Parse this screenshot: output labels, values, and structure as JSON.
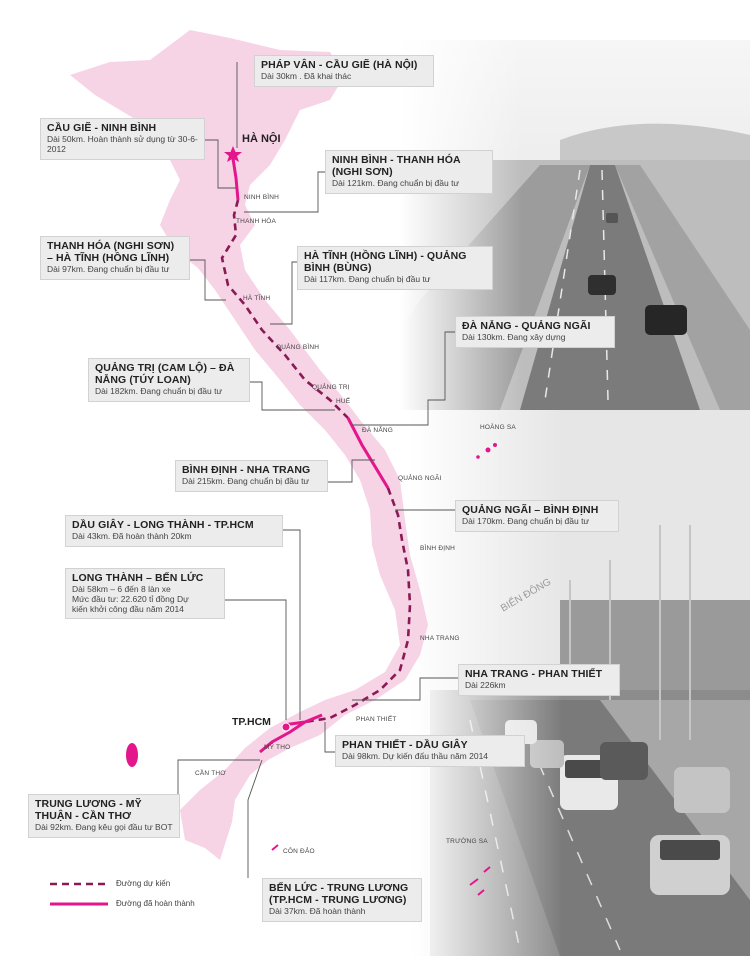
{
  "segments": [
    {
      "title": "PHÁP VÂN - CẦU GIẼ (HÀ NỘI)",
      "desc": "Dài 30km . Đã khai thác"
    },
    {
      "title": "CẦU GIẼ - NINH BÌNH",
      "desc": "Dài 50km. Hoàn thành sử dụng từ 30-6-2012"
    },
    {
      "title": "NINH BÌNH - THANH HÓA (NGHI SƠN)",
      "desc": "Dài 121km. Đang chuẩn bị đầu tư"
    },
    {
      "title": "THANH HÓA (NGHI SƠN) – HÀ TĨNH (HỒNG LĨNH)",
      "desc": "Dài 97km. Đang chuẩn bị đầu tư"
    },
    {
      "title": "HÀ TĨNH (HỒNG LĨNH) - QUẢNG BÌNH (BÙNG)",
      "desc": "Dài 117km. Đang chuẩn bị đầu tư"
    },
    {
      "title": "ĐÀ NẴNG - QUẢNG NGÃI",
      "desc": "Dài 130km. Đang xây dựng"
    },
    {
      "title": "QUẢNG TRỊ (CAM LỘ) – ĐÀ NẴNG (TÚY LOAN)",
      "desc": "Dài 182km. Đang chuẩn bị đầu tư"
    },
    {
      "title": "BÌNH ĐỊNH - NHA TRANG",
      "desc": "Dài 215km. Đang chuẩn bị đầu tư"
    },
    {
      "title": "QUẢNG NGÃI – BÌNH ĐỊNH",
      "desc": "Dài 170km. Đang chuẩn bị đầu tư"
    },
    {
      "title": "DẦU GIÂY - LONG THÀNH - TP.HCM",
      "desc": "Dài 43km. Đã hoàn thành 20km"
    },
    {
      "title": "LONG THÀNH – BẾN LỨC",
      "desc": "Dài 58km – 6 đến 8 làn xe Mức đầu tư: 22.620 tỉ đồng Dự kiến khởi công đầu năm 2014"
    },
    {
      "title": "NHA TRANG - PHAN THIẾT",
      "desc": "Dài 226km"
    },
    {
      "title": "PHAN THIẾT - DẦU GIÂY",
      "desc": "Dài 98km. Dự kiến đấu thầu năm 2014"
    },
    {
      "title": "TRUNG LƯƠNG - MỸ THUẬN - CẦN THƠ",
      "desc": "Dài 92km. Đang kêu gọi đầu tư BOT"
    },
    {
      "title": "BẾN LỨC - TRUNG LƯƠNG (TP.HCM - TRUNG LƯƠNG)",
      "desc": "Dài 37km. Đã hoàn thành"
    }
  ],
  "cities": {
    "hanoi": "HÀ NỘI",
    "hcm": "TP.HCM"
  },
  "places": {
    "ninh_binh": "NINH BÌNH",
    "thanh_hoa": "THANH HÓA",
    "ha_tinh": "HÀ TĨNH",
    "quang_binh": "QUẢNG BÌNH",
    "quang_tri": "QUẢNG TRỊ",
    "hue": "HUẾ",
    "da_nang": "ĐÀ NẴNG",
    "quang_ngai": "QUẢNG NGÃI",
    "binh_dinh": "BÌNH ĐỊNH",
    "nha_trang": "NHA TRANG",
    "phan_thiet": "PHAN THIẾT",
    "my_tho": "MỸ THO",
    "can_tho": "CẦN THƠ",
    "hoang_sa": "HOÀNG SA",
    "truong_sa": "TRƯỜNG SA",
    "con_dao": "CÔN ĐẢO"
  },
  "sea_label": "BIỂN ĐÔNG",
  "legend": {
    "planned": "Đường dự kiến",
    "completed": "Đường đã hoàn thành"
  },
  "colors": {
    "land": "#f7d3e6",
    "route": "#e3168b",
    "planned": "#8a1a55",
    "box": "#ececec"
  }
}
